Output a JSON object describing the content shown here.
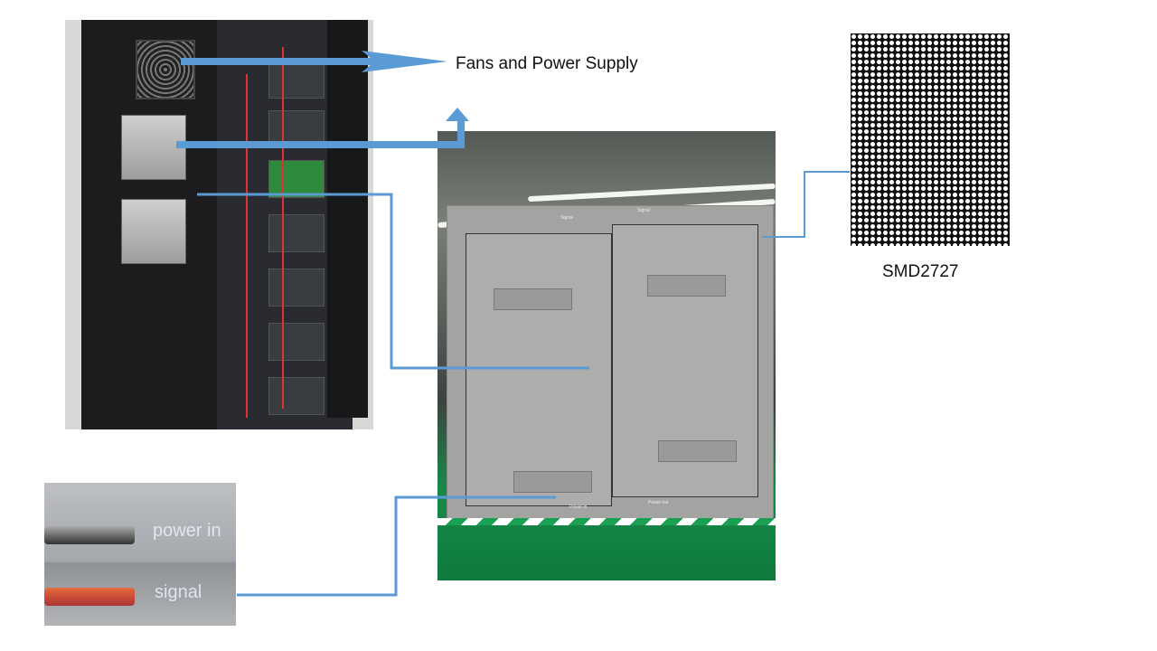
{
  "labels": {
    "fans_power": "Fans and Power Supply",
    "led_type": "SMD2727"
  },
  "photos": {
    "connector": {
      "power_in": "power in",
      "signal": "signal"
    },
    "front": {
      "signal_left": "Signal",
      "signal_right": "Signal",
      "power_in": "Power in",
      "power_out": "Power out"
    }
  },
  "colors": {
    "connector_line": "#5b9bd5"
  }
}
